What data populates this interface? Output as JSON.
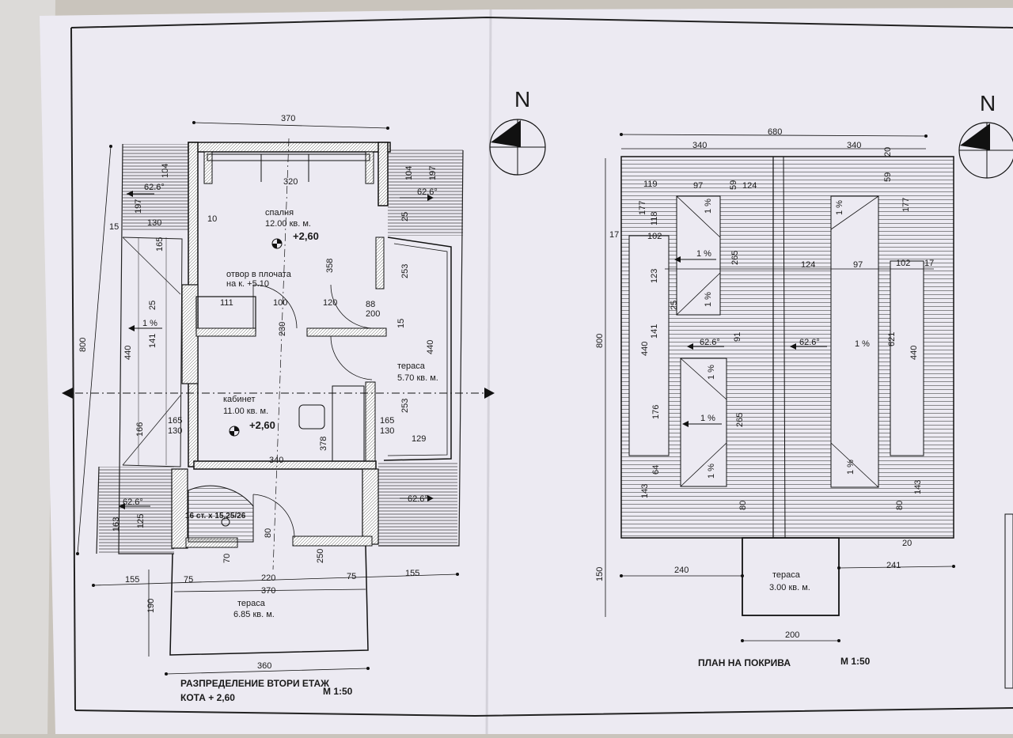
{
  "second_floor_plan": {
    "title": "РАЗПРЕДЕЛЕНИЕ ВТОРИ ЕТАЖ",
    "level": "КОТА + 2,60",
    "scale": "М 1:50",
    "north": "N",
    "rooms": {
      "bedroom_name": "спалня",
      "bedroom_area": "12.00 кв. м.",
      "bedroom_level": "+2,60",
      "opening_line1": "отвор в плочата",
      "opening_line2": "на к. +5.10",
      "office_name": "кабинет",
      "office_area": "11.00 кв. м.",
      "office_level": "+2,60",
      "terrace_east_name": "тераса",
      "terrace_east_area": "5.70 кв. м.",
      "terrace_south_name": "тераса",
      "terrace_south_area": "6.85 кв. м.",
      "stair": "16 ст. х 15,25/26"
    },
    "roof_pitch_label": "62.6°",
    "slope_label": "1 %",
    "dims": {
      "top": "370",
      "inner_top": "320",
      "left_total": "800",
      "left_440": "440",
      "left_141": "141",
      "left_197": "197",
      "left_130": "130",
      "left_104": "104",
      "left_25": "25",
      "left_15": "15",
      "left_10": "10",
      "left_165": "165",
      "left_163": "163",
      "left_125": "125",
      "right_197": "197",
      "right_104": "104",
      "right_440": "440",
      "right_253": "253",
      "right_129": "129",
      "right_25": "25",
      "right_15": "15",
      "mid_358": "358",
      "mid_378": "378",
      "mid_340": "340",
      "door_100": "100",
      "door_120": "120",
      "door_80": "80",
      "door_70": "70",
      "door_88": "88",
      "door_200": "200",
      "door_230": "230",
      "door_250": "250",
      "win_165": "165",
      "win_130": "130",
      "win_111": "111",
      "dim_166": "166",
      "bottom_155a": "155",
      "bottom_75a": "75",
      "bottom_220": "220",
      "bottom_75b": "75",
      "bottom_155b": "155",
      "bottom_370": "370",
      "bottom_360": "360",
      "bottom_190": "190"
    }
  },
  "roof_plan": {
    "title": "ПЛАН  НА ПОКРИВА",
    "scale": "М 1:50",
    "north": "N",
    "terrace_name": "тераса",
    "terrace_area": "3.00 кв. м.",
    "roof_pitch_label": "62.6°",
    "slope_label": "1 %",
    "dims": {
      "total": "680",
      "half_left": "340",
      "half_right": "340",
      "left_total": "800",
      "bottom_150": "150",
      "bottom_240": "240",
      "bottom_241": "241",
      "bottom_200": "200",
      "d_119": "119",
      "d_97a": "97",
      "d_59a": "59",
      "d_124a": "124",
      "d_177a": "177",
      "d_118": "118",
      "d_102a": "102",
      "d_17a": "17",
      "d_123": "123",
      "d_141": "141",
      "d_440a": "440",
      "d_176": "176",
      "d_64": "64",
      "d_143a": "143",
      "d_265a": "265",
      "d_91": "91",
      "d_265b": "265",
      "d_80a": "80",
      "d_25a": "25",
      "d_124b": "124",
      "d_97b": "97",
      "d_102b": "102",
      "d_17b": "17",
      "d_621": "621",
      "d_440b": "440",
      "d_177b": "177",
      "d_59b": "59",
      "d_143b": "143",
      "d_80b": "80",
      "d_20a": "20",
      "d_20b": "20"
    }
  },
  "colors": {
    "paper": "#eceaf2",
    "ink": "#1a1a1a",
    "background": "#c9c4bc"
  }
}
